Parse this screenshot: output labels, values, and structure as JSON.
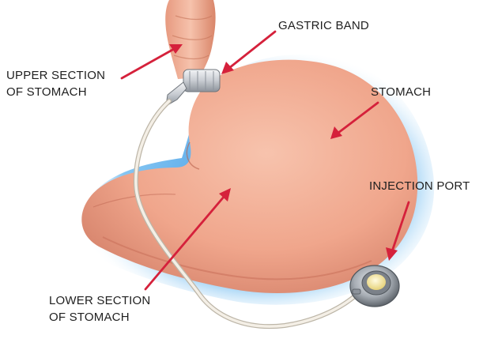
{
  "labels": {
    "upper_section": {
      "line1": "UPPER SECTION",
      "line2": "OF STOMACH"
    },
    "gastric_band": "GASTRIC BAND",
    "stomach": "STOMACH",
    "injection_port": "INJECTION PORT",
    "lower_section": {
      "line1": "LOWER SECTION",
      "line2": "OF STOMACH"
    }
  },
  "colors": {
    "arrow": "#d5213b",
    "stomach": "#f0a68c",
    "stomach_shadow": "#c9705a",
    "halo": "#4aa6e8",
    "band": "#c8ccd2",
    "tube": "#f4efe6",
    "port_metal": "#9aa0a6",
    "port_center": "#f3e7a8",
    "label_text": "#1f1f1f"
  }
}
